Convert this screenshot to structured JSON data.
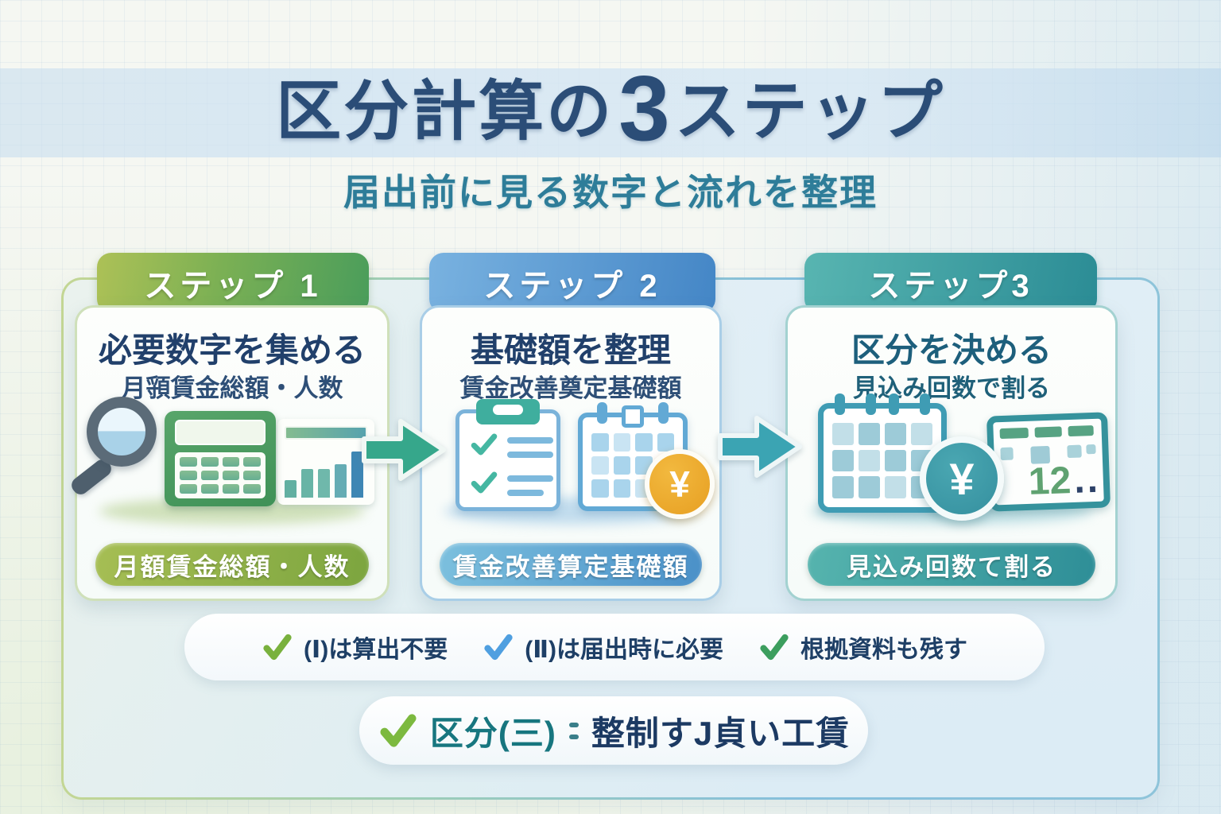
{
  "title": {
    "part1": "区分計算の",
    "number": "3",
    "part2": "ステップ"
  },
  "subtitle": "届出前に見る数字と流れを整理",
  "steps": [
    {
      "tab": "ステップ 1",
      "heading": "必要数字を集める",
      "subheading": "月頱賃金総額・人数",
      "badge": "月額賃金総額・人数",
      "accent": "#6da63f"
    },
    {
      "tab": "ステップ 2",
      "heading": "基礎額を整理",
      "subheading": "賃金改善奠定基礎額",
      "badge": "賃金改善算定基礎額",
      "accent": "#4486c6"
    },
    {
      "tab": "ステップ3",
      "heading": "区分を決める",
      "subheading": "見込み回数で割る",
      "badge": "見込み回数て割る",
      "accent": "#2f8f97"
    }
  ],
  "icon_labels": {
    "yen_symbol": "¥",
    "panel_number": "12",
    "panel_dots": ".."
  },
  "notes": [
    {
      "icon": "check-icon",
      "color": "#79b13d",
      "text": "(Ⅰ)は算出不要"
    },
    {
      "icon": "check-icon",
      "color": "#4f9fe0",
      "text": "(Ⅱ)は届出時に必要"
    },
    {
      "icon": "check-icon",
      "color": "#3c9e5e",
      "text": "根拠資料も残す"
    }
  ],
  "footer": {
    "label": "区分(三)",
    "text": "整制すJ貞い工賃"
  },
  "palette": {
    "title_navy": "#2b4d77",
    "subtitle_teal": "#2e7d99",
    "step1_gradient": [
      "#adc156",
      "#4a9d5b"
    ],
    "step2_gradient": [
      "#79b2e0",
      "#4486c6"
    ],
    "step3_gradient": [
      "#58b5b1",
      "#2b8c95"
    ],
    "coin_orange": "#eba62c",
    "coin_teal": "#3e98a6",
    "arrow1": "#36a78b",
    "arrow2": "#3ba4b3"
  }
}
